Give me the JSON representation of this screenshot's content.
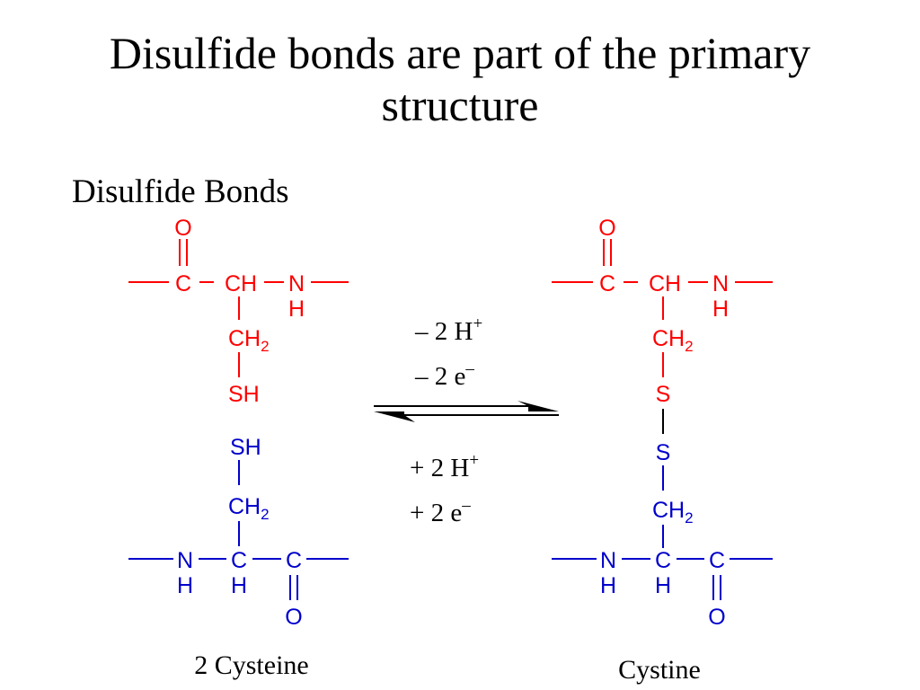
{
  "slide": {
    "title_line1": "Disulfide bonds are part of the primary",
    "title_line2": "structure",
    "heading": "Disulfide Bonds"
  },
  "colors": {
    "top_residue": "#ff0000",
    "bottom_residue": "#0000cc",
    "text": "#000000"
  },
  "reactants": {
    "caption": "2 Cysteine",
    "top": {
      "carbonyl_o": "O",
      "carbonyl_c": "C",
      "alpha_ch": "CH",
      "amide_n": "N",
      "amide_h": "H",
      "ch2": "CH",
      "ch2_sub": "2",
      "thiol": "SH"
    },
    "bottom": {
      "thiol": "SH",
      "ch2": "CH",
      "ch2_sub": "2",
      "amide_n": "N",
      "amide_h": "H",
      "alpha_c": "C",
      "alpha_h": "H",
      "carbonyl_c": "C",
      "carbonyl_o": "O"
    }
  },
  "product": {
    "caption": "Cystine",
    "top": {
      "carbonyl_o": "O",
      "carbonyl_c": "C",
      "alpha_ch": "CH",
      "amide_n": "N",
      "amide_h": "H",
      "ch2": "CH",
      "ch2_sub": "2",
      "sulfur": "S"
    },
    "bottom": {
      "sulfur": "S",
      "ch2": "CH",
      "ch2_sub": "2",
      "amide_n": "N",
      "amide_h": "H",
      "alpha_c": "C",
      "alpha_h": "H",
      "carbonyl_c": "C",
      "carbonyl_o": "O"
    }
  },
  "conditions": {
    "forward": {
      "line1_main": "– 2 H",
      "line1_sup": "+",
      "line2_main": "– 2 e",
      "line2_sup": "–"
    },
    "reverse": {
      "line1_main": "+ 2 H",
      "line1_sup": "+",
      "line2_main": "+ 2 e",
      "line2_sup": "–"
    }
  }
}
